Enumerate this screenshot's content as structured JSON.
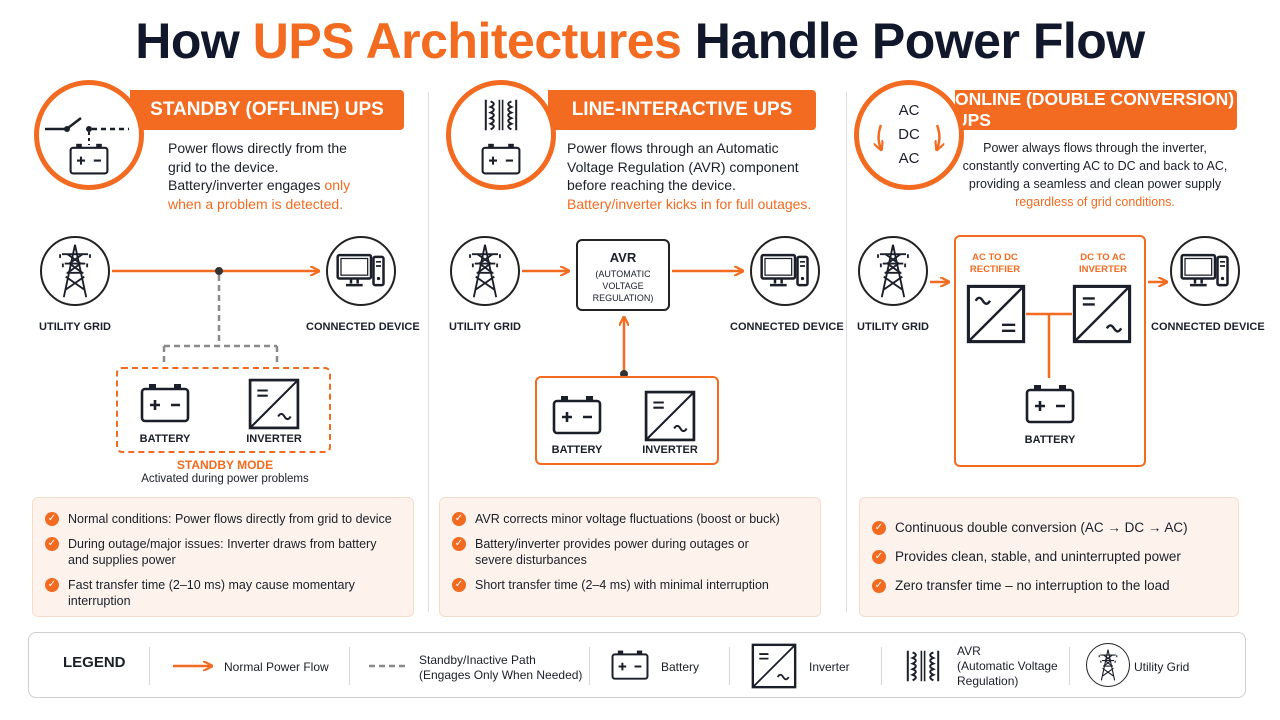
{
  "title": {
    "part1": "How ",
    "highlight": "UPS Architectures",
    "part2": " Handle Power Flow"
  },
  "colors": {
    "accent": "#f26b21",
    "dark": "#12182b",
    "note_bg": "#fdf3ec"
  },
  "standby": {
    "header": "STANDBY (OFFLINE) UPS",
    "desc_line1": "Power flows directly from the",
    "desc_line2": "grid to the device.",
    "desc_line3a": "Battery/inverter engages ",
    "desc_line3b": "only",
    "desc_line4": "when a problem is detected.",
    "grid_label": "UTILITY GRID",
    "device_label": "CONNECTED DEVICE",
    "battery_label": "BATTERY",
    "inverter_label": "INVERTER",
    "mode_title": "STANDBY MODE",
    "mode_sub": "Activated during power problems",
    "notes": [
      "Normal conditions: Power flows directly from grid to device",
      "During outage/major issues: Inverter draws from battery and supplies power",
      "Fast transfer time (2–10 ms) may cause momentary interruption"
    ]
  },
  "line": {
    "header": "LINE-INTERACTIVE UPS",
    "desc_line1": "Power flows through an Automatic",
    "desc_line2": "Voltage Regulation (AVR) component",
    "desc_line3": "before reaching the device.",
    "desc_line4": "Battery/inverter kicks in for full outages.",
    "grid_label": "UTILITY GRID",
    "device_label": "CONNECTED DEVICE",
    "avr_title": "AVR",
    "avr_sub": "(AUTOMATIC VOLTAGE REGULATION)",
    "battery_label": "BATTERY",
    "inverter_label": "INVERTER",
    "notes": [
      "AVR corrects minor voltage fluctuations (boost or buck)",
      "Battery/inverter provides power during outages or severe disturbances",
      "Short transfer time (2–4 ms) with minimal interruption"
    ]
  },
  "online": {
    "header": "ONLINE (DOUBLE CONVERSION) UPS",
    "icon_ac1": "AC",
    "icon_dc": "DC",
    "icon_ac2": "AC",
    "desc_line1": "Power always flows through the inverter,",
    "desc_line2": "constantly converting AC to DC and back to AC,",
    "desc_line3": "providing a seamless and clean power supply",
    "desc_line4": "regardless of grid conditions.",
    "grid_label": "UTILITY GRID",
    "device_label": "CONNECTED DEVICE",
    "rectifier_label": "AC TO DC RECTIFIER",
    "inverter_label": "DC TO AC INVERTER",
    "battery_label": "BATTERY",
    "notes": [
      "Continuous double conversion (AC → DC → AC)",
      "Provides clean, stable, and uninterrupted power",
      "Zero transfer time – no interruption to the load"
    ]
  },
  "legend": {
    "title": "LEGEND",
    "normal_flow": "Normal Power Flow",
    "standby_path_1": "Standby/Inactive Path",
    "standby_path_2": "(Engages Only When Needed)",
    "battery": "Battery",
    "inverter": "Inverter",
    "avr_1": "AVR",
    "avr_2": "(Automatic Voltage",
    "avr_3": "Regulation)",
    "grid": "Utility Grid"
  }
}
